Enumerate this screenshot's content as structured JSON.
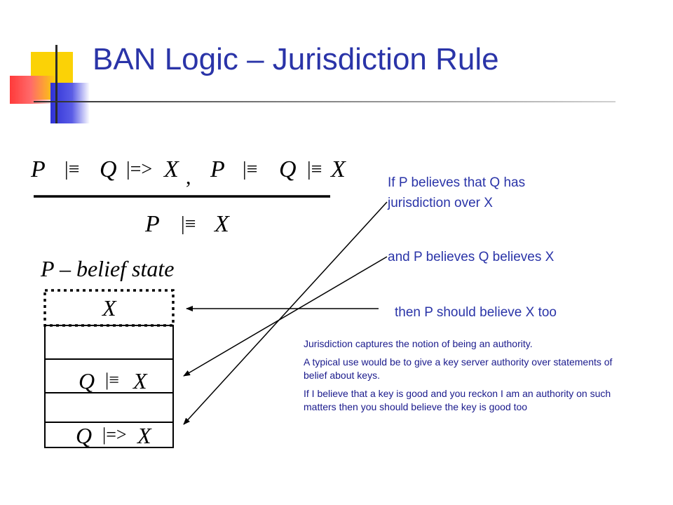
{
  "slide": {
    "title": "BAN Logic – Jurisdiction Rule"
  },
  "rule": {
    "premise_1": {
      "P": "P",
      "believes": "|≡",
      "Q": "Q",
      "controls": "|=>",
      "X": "X"
    },
    "comma": ",",
    "premise_2": {
      "P": "P",
      "believes": "|≡",
      "Q": "Q",
      "believes2": "|≡",
      "X": "X"
    },
    "conclusion": {
      "P": "P",
      "believes": "|≡",
      "X": "X"
    }
  },
  "belief_state": {
    "label": "P – belief state",
    "cells": [
      {
        "Q": "",
        "op": "",
        "X": "X"
      },
      {
        "Q": "",
        "op": "",
        "X": ""
      },
      {
        "Q": "Q",
        "op": "|≡",
        "X": "X"
      },
      {
        "Q": "",
        "op": "",
        "X": ""
      },
      {
        "Q": "Q",
        "op": "|=>",
        "X": "X"
      }
    ]
  },
  "callouts": {
    "jurisdiction": "If P believes that Q has jurisdiction over X",
    "believes": "and P believes Q believes X",
    "conclusion": "then P should believe X too"
  },
  "notes": [
    "Jurisdiction captures the notion of being an authority.",
    "A typical use would be to give a key server authority over statements of belief about keys.",
    "If I believe that a key is good and you reckon I am an authority on such matters then you should believe the key is good too"
  ],
  "colors": {
    "title": "#2a34a8",
    "callout": "#2a34a8",
    "notes": "#1a1a8c",
    "deco_yellow": "#fbd206",
    "deco_red": "#ff3a3a",
    "deco_blue": "#2f32d6"
  }
}
